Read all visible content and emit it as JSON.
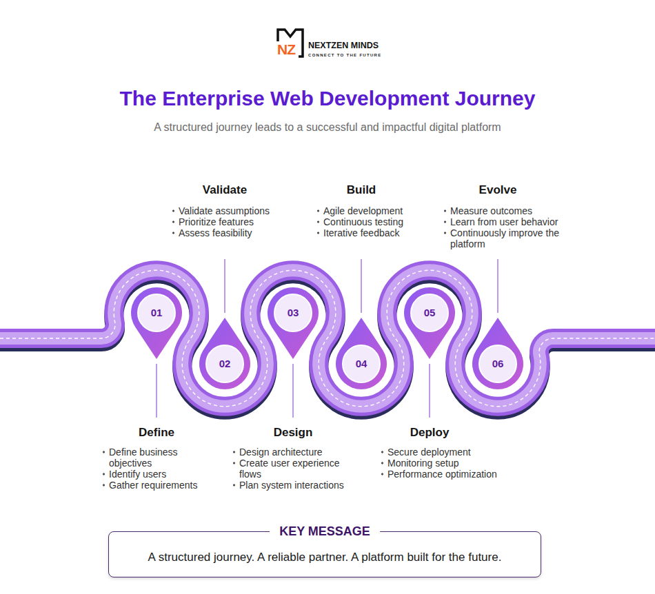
{
  "diagram": {
    "title": "The Enterprise Web Development Journey",
    "nodes": [
      {
        "text": [
          "01",
          "Define",
          "Define business objectives",
          "Identify users",
          "Gather requirements"
        ]
      },
      {
        "text": [
          "02",
          "Validate",
          "Validate assumptions",
          "Prioritize features",
          "Assess feasibility"
        ]
      },
      {
        "text": [
          "03",
          "Design",
          "Design architecture",
          "Create user experience flows",
          "Plan system interactions"
        ]
      },
      {
        "text": [
          "04",
          "Build",
          "Agile development",
          "Continuous testing",
          "Iterative feedback"
        ]
      },
      {
        "text": [
          "05",
          "Deploy",
          "Secure deployment",
          "Monitoring setup",
          "Performance optimization"
        ]
      },
      {
        "text": [
          "06",
          "Evolve",
          "Measure outcomes",
          "Learn from user behavior",
          "Continuously improve the platform"
        ]
      },
      {
        "text": [
          "KEY MESSAGE",
          "A structured journey. A reliable partner. A platform built for the future."
        ]
      }
    ],
    "labels": [
      "NZ",
      "NEXTZEN MINDS",
      "CONNECT TO THE FUTURE",
      "A structured journey leads to a successful and impactful digital platform"
    ]
  }
}
